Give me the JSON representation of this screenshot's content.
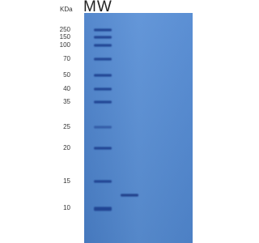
{
  "unit_label": "KDa",
  "lane_label": "MW",
  "markers": [
    {
      "label": "250"
    },
    {
      "label": "150"
    },
    {
      "label": "100"
    },
    {
      "label": "70"
    },
    {
      "label": "50"
    },
    {
      "label": "40"
    },
    {
      "label": "35"
    },
    {
      "label": "25"
    },
    {
      "label": "20"
    },
    {
      "label": "15"
    },
    {
      "label": "10"
    }
  ],
  "colors": {
    "gel": "#4f86cf",
    "gel_edge": "#3a6cb8",
    "ladder_band": "#1f3f8f",
    "sample_band": "#1d3a86",
    "text": "#333333"
  }
}
